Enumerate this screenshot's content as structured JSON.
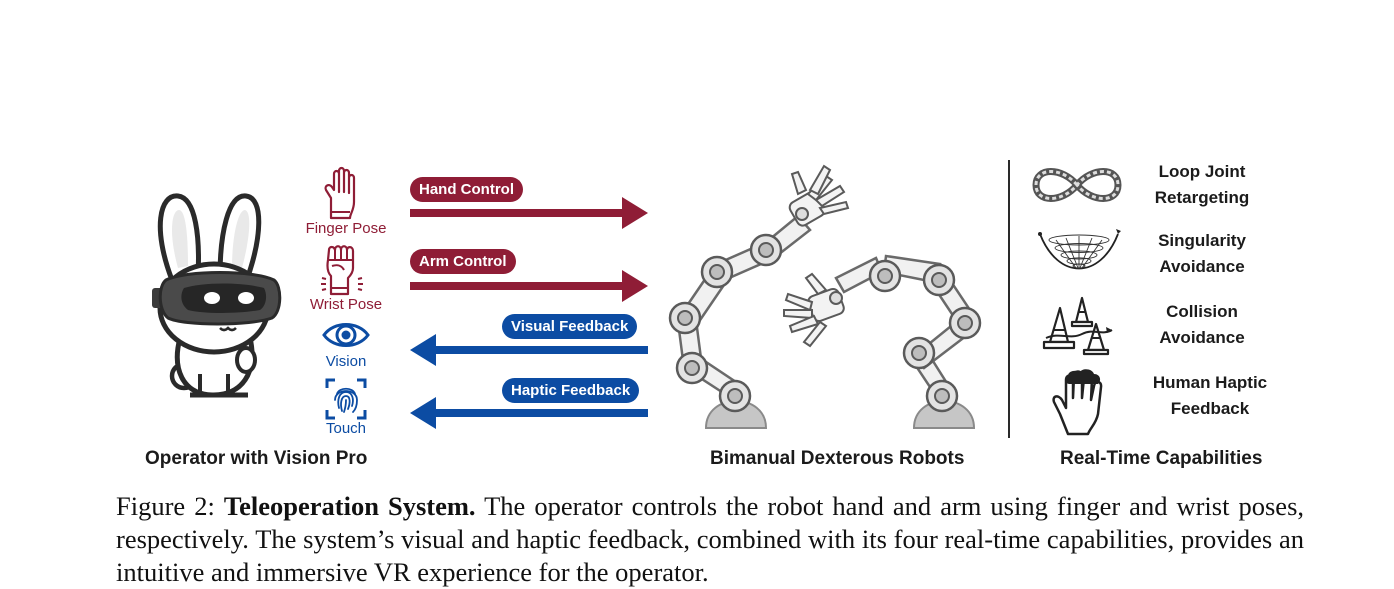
{
  "operator": {
    "label": "Operator with Vision Pro",
    "signals": [
      {
        "label": "Finger Pose",
        "icon": "raised-hand-icon",
        "color": "#8f1d36"
      },
      {
        "label": "Wrist Pose",
        "icon": "fist-icon",
        "color": "#8f1d36"
      },
      {
        "label": "Vision",
        "icon": "eye-icon",
        "color": "#0c4ca3"
      },
      {
        "label": "Touch",
        "icon": "fingerprint-icon",
        "color": "#0c4ca3"
      }
    ]
  },
  "arrows": [
    {
      "label": "Hand Control",
      "direction": "right",
      "color": "#8f1d36"
    },
    {
      "label": "Arm Control",
      "direction": "right",
      "color": "#8f1d36"
    },
    {
      "label": "Visual Feedback",
      "direction": "left",
      "color": "#0c4ca3"
    },
    {
      "label": "Haptic Feedback",
      "direction": "left",
      "color": "#0c4ca3"
    }
  ],
  "robots": {
    "label": "Bimanual Dexterous Robots"
  },
  "capabilities": {
    "label": "Real-Time Capabilities",
    "items": [
      {
        "line1": "Loop Joint",
        "line2": "Retargeting",
        "icon": "infinity-chain-icon"
      },
      {
        "line1": "Singularity",
        "line2": "Avoidance",
        "icon": "singularity-surface-icon"
      },
      {
        "line1": "Collision",
        "line2": "Avoidance",
        "icon": "traffic-cones-icon"
      },
      {
        "line1": "Human Haptic",
        "line2": "Feedback",
        "icon": "haptic-hand-icon"
      }
    ]
  },
  "caption": {
    "prefix": "Figure 2: ",
    "title": "Teleoperation System.",
    "body": " The operator controls the robot hand and arm using finger and wrist poses, respectively. The system’s visual and haptic feedback, combined with its four real-time capabilities, provides an intuitive and immersive VR experience for the operator."
  }
}
